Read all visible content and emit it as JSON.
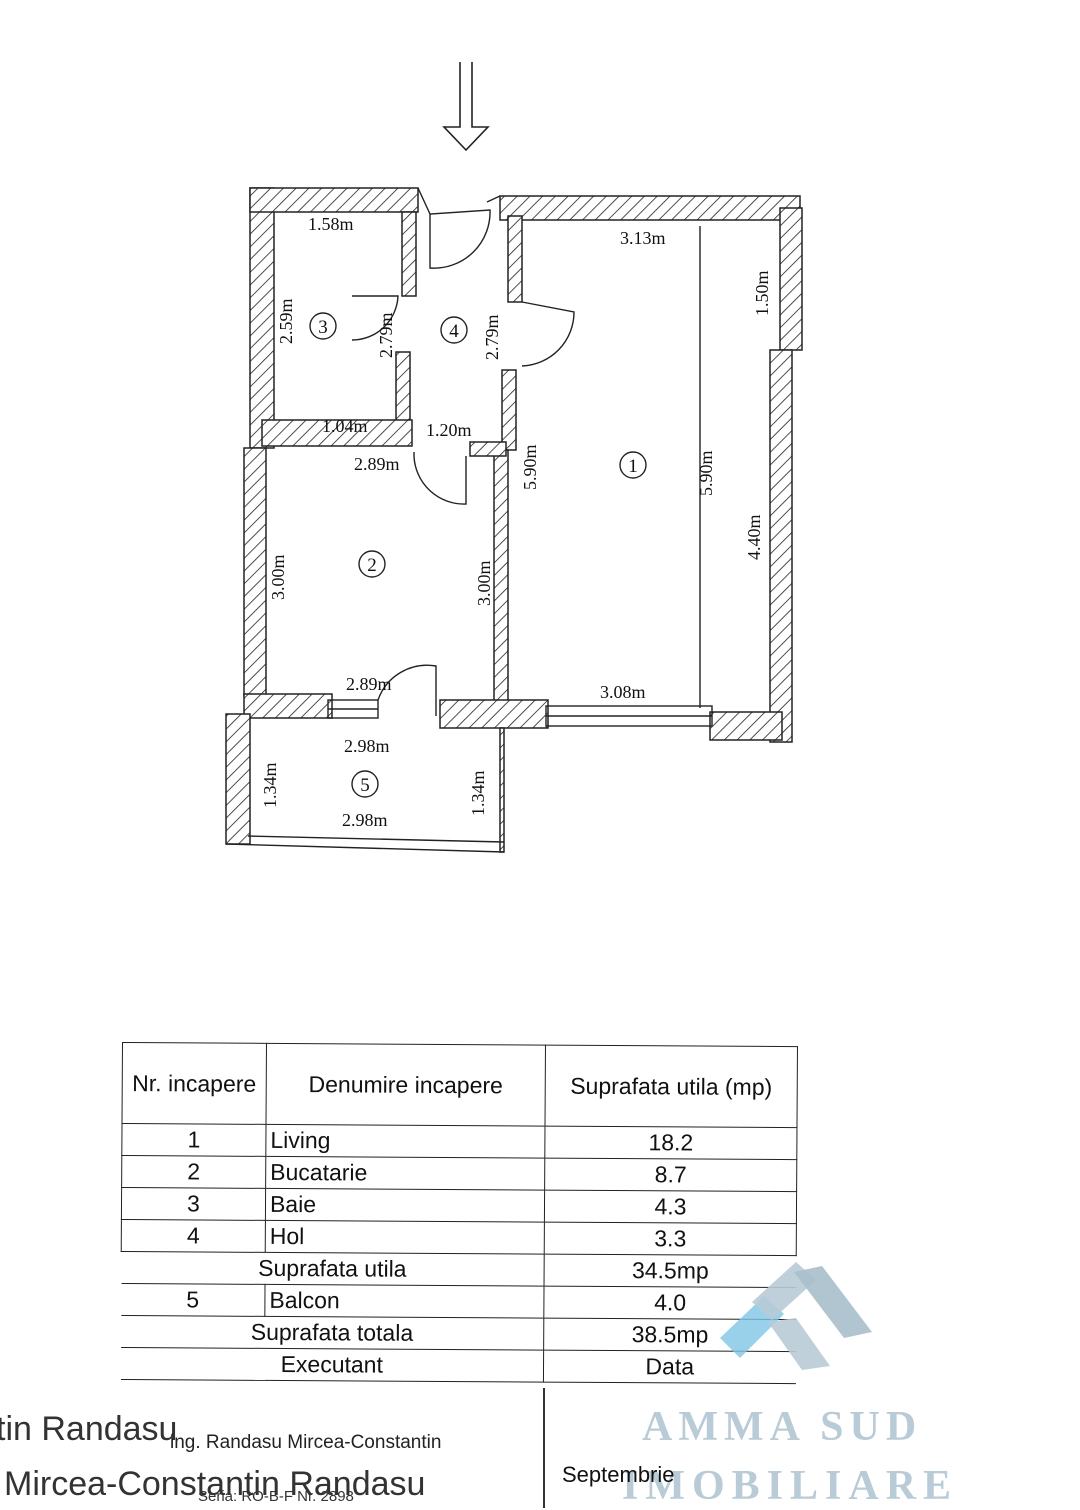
{
  "plan": {
    "rooms": [
      {
        "number": "1",
        "dims": [
          "3.13m",
          "1.50m",
          "5.90m",
          "5.90m",
          "4.40m",
          "3.08m"
        ]
      },
      {
        "number": "2",
        "dims": [
          "2.89m",
          "3.00m",
          "3.00m",
          "2.89m"
        ]
      },
      {
        "number": "3",
        "dims": [
          "1.58m",
          "2.59m",
          "2.79m",
          "1.04m"
        ]
      },
      {
        "number": "4",
        "dims": [
          "2.79m",
          "1.20m"
        ]
      },
      {
        "number": "5",
        "dims": [
          "2.98m",
          "1.34m",
          "1.34m",
          "2.98m"
        ]
      }
    ]
  },
  "table": {
    "header": {
      "nr": "Nr. incapere",
      "name": "Denumire incapere",
      "area": "Suprafata utila (mp)"
    },
    "rows": [
      {
        "nr": "1",
        "name": "Living",
        "area": "18.2"
      },
      {
        "nr": "2",
        "name": "Bucatarie",
        "area": "8.7"
      },
      {
        "nr": "3",
        "name": "Baie",
        "area": "4.3"
      },
      {
        "nr": "4",
        "name": "Hol",
        "area": "3.3"
      }
    ],
    "subtotal": {
      "label": "Suprafata utila",
      "value": "34.5mp"
    },
    "balcony": {
      "nr": "5",
      "name": "Balcon",
      "area": "4.0"
    },
    "total": {
      "label": "Suprafata totala",
      "value": "38.5mp"
    },
    "footer": {
      "executant": "Executant",
      "data": "Data"
    }
  },
  "signature": {
    "line1_large": "tin Randasu",
    "line1_small": "ing. Randasu Mircea-Constantin",
    "line2_large": "Mircea-Constantin Randasu",
    "line2_small": "Seria: RO-B-F Nr. 2898"
  },
  "date_text": "Septembrie",
  "watermark": {
    "line1": "AMMA SUD",
    "line2": "IMOBILIARE",
    "color": "#b8cbd6"
  }
}
